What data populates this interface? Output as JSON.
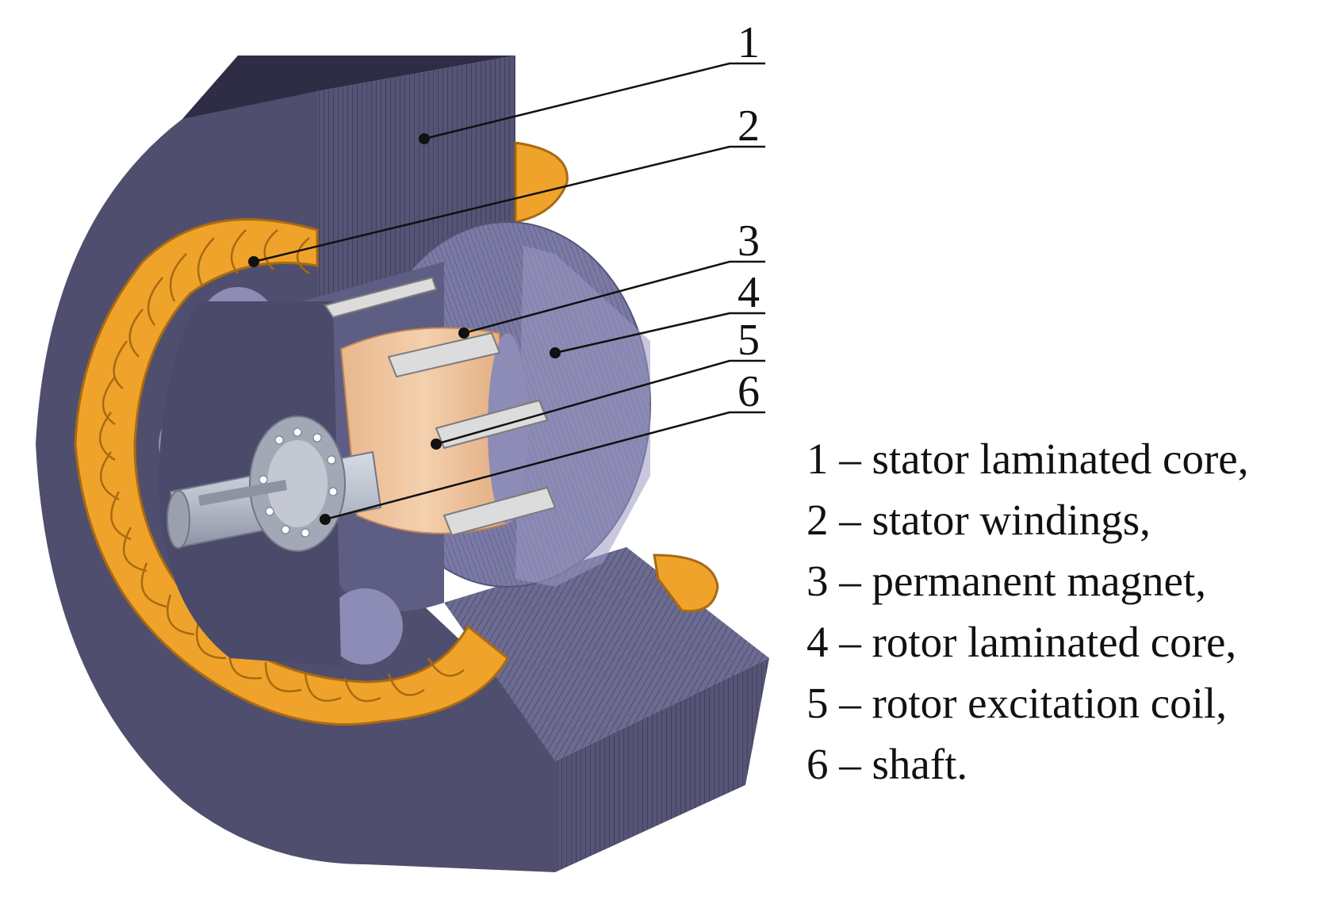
{
  "callouts": [
    {
      "id": "1",
      "text": "1"
    },
    {
      "id": "2",
      "text": "2"
    },
    {
      "id": "3",
      "text": "3"
    },
    {
      "id": "4",
      "text": "4"
    },
    {
      "id": "5",
      "text": "5"
    },
    {
      "id": "6",
      "text": "6"
    }
  ],
  "legend": [
    "1 – stator laminated core,",
    "2 – stator windings,",
    "3 – permanent magnet,",
    "4 – rotor laminated core,",
    "5 – rotor excitation coil,",
    "6 – shaft."
  ],
  "colors": {
    "stator": "#4f4e6e",
    "stator_light": "#77769c",
    "winding": "#f0a32a",
    "winding_dark": "#a86a12",
    "rotor": "#8d8cb6",
    "coil": "#f0c6a0",
    "magnet": "#d9d9d9",
    "shaft": "#b9bfcc"
  }
}
